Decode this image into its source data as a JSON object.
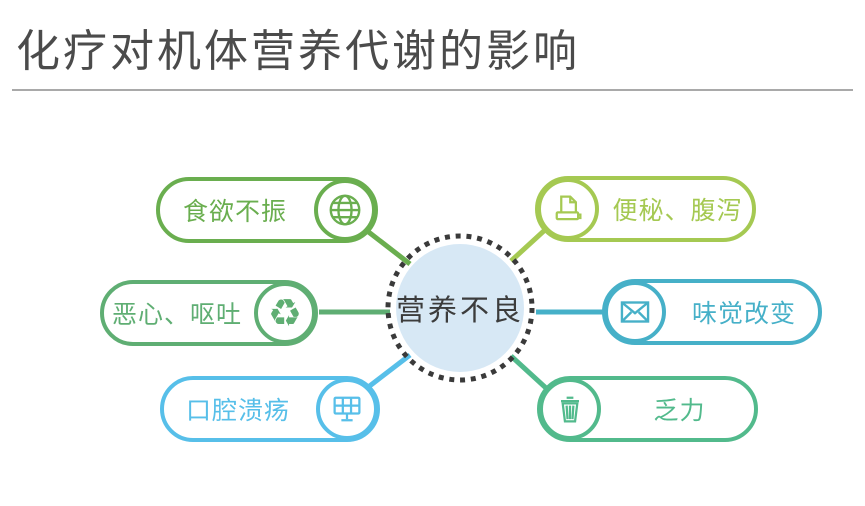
{
  "title": {
    "text": "化疗对机体营养代谢的影响",
    "color": "#4b4b4b"
  },
  "center": {
    "label": "营养不良",
    "fill_color": "#d7e8f5",
    "ring_color": "#3a3a3a",
    "text_color": "#3c3c3c"
  },
  "nodes": [
    {
      "label": "食欲不振",
      "color": "#6aae4f",
      "icon": "globe-icon"
    },
    {
      "label": "恶心、呕吐",
      "color": "#5fae73",
      "icon": "recycle-icon"
    },
    {
      "label": "口腔溃疡",
      "color": "#57bfe9",
      "icon": "solar-panel-icon"
    },
    {
      "label": "便秘、腹泻",
      "color": "#a5c952",
      "icon": "printer-icon"
    },
    {
      "label": "味觉改变",
      "color": "#46b0c8",
      "icon": "envelope-icon"
    },
    {
      "label": "乏力",
      "color": "#52ba8c",
      "icon": "trash-icon"
    }
  ],
  "icons": {
    "recycle_glyph": "♻"
  }
}
